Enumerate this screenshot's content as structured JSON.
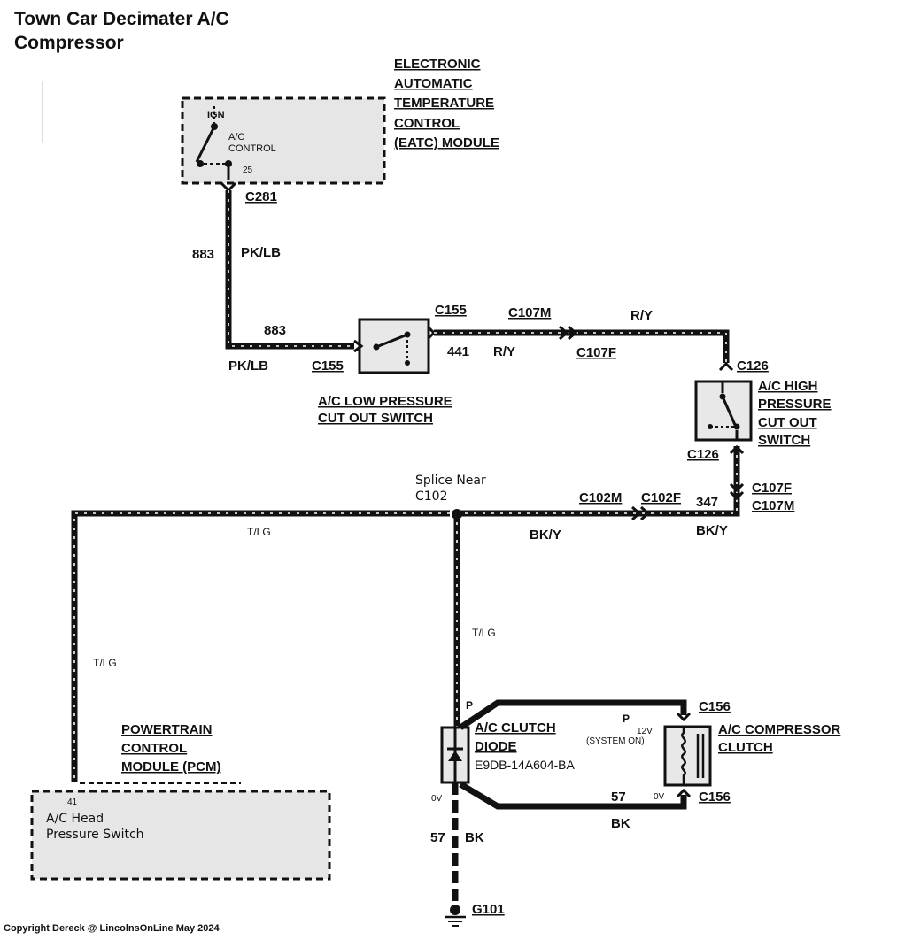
{
  "title": [
    "Town Car Decimater A/C",
    "Compressor"
  ],
  "footer": "Copyright Dereck @ LincolnsOnLine May 2024",
  "eatc": {
    "title": [
      "ELECTRONIC",
      "AUTOMATIC",
      "TEMPERATURE",
      "CONTROL",
      "(EATC) MODULE"
    ],
    "ign": "IGN",
    "ac_control": [
      "A/C",
      "CONTROL"
    ],
    "pin": "25"
  },
  "connectors": {
    "c281": "C281",
    "c155_top": "C155",
    "c155_left": "C155",
    "c107m_top": "C107M",
    "c107f_top": "C107F",
    "c126_top": "C126",
    "c126_bottom": "C126",
    "c107f_side": "C107F",
    "c107m_side": "C107M",
    "c102m": "C102M",
    "c102f": "C102F",
    "c156_top": "C156",
    "c156_bottom": "C156",
    "g101": "G101"
  },
  "wires": {
    "w883_circuit": "883",
    "w883_color": "PK/LB",
    "w883_circuit_b": "883",
    "w883_color_b": "PK/LB",
    "w441_circuit": "441",
    "w441_color": "R/Y",
    "w441_color_b": "R/Y",
    "w347_circuit": "347",
    "w347_color_right": "BK/Y",
    "w347_color_mid": "BK/Y",
    "tlg_top": "T/LG",
    "tlg_left": "T/LG",
    "tlg_mid": "T/LG",
    "w57_circuit": "57",
    "w57_color": "BK",
    "w57_circuit_b": "57",
    "w57_color_b": "BK"
  },
  "low_pressure_switch": [
    "A/C LOW PRESSURE",
    "CUT OUT SWITCH"
  ],
  "high_pressure_switch": [
    "A/C HIGH",
    "PRESSURE",
    "CUT OUT",
    "SWITCH"
  ],
  "splice": [
    "Splice Near",
    "C102"
  ],
  "pcm": {
    "title": [
      "POWERTRAIN",
      "CONTROL",
      "MODULE (PCM)"
    ],
    "pin": "41",
    "function": [
      "A/C Head",
      "Pressure Switch"
    ]
  },
  "clutch_diode": {
    "title": [
      "A/C CLUTCH",
      "DIODE"
    ],
    "part": "E9DB-14A604-BA",
    "pin_p": "P",
    "pin_0v": "0V"
  },
  "compressor_clutch": {
    "title": [
      "A/C COMPRESSOR",
      "CLUTCH"
    ],
    "voltage": "12V",
    "system_on": "(SYSTEM ON)",
    "pin_p": "P",
    "pin_0v": "0V"
  }
}
